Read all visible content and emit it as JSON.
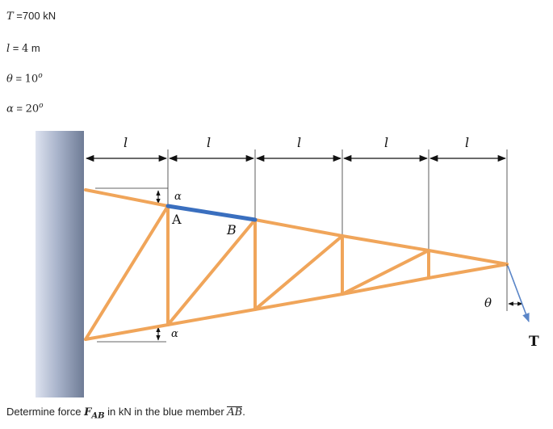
{
  "given": {
    "T": {
      "symbol": "T",
      "eq": " =",
      "value": "700",
      "unit": " kN"
    },
    "l": {
      "symbol": "l",
      "eq": " = ",
      "value": "4",
      "unit": " m"
    },
    "theta": {
      "symbol": "θ",
      "eq": " = ",
      "value": "10",
      "sup": "o"
    },
    "alpha": {
      "symbol": "α",
      "eq": " = ",
      "value": "20",
      "sup": "o"
    }
  },
  "figure": {
    "span_labels": [
      "l",
      "l",
      "l",
      "l",
      "l"
    ],
    "angle_top": "α",
    "angle_bottom": "α",
    "node_A": "A",
    "node_B": "B",
    "angle_theta": "θ",
    "force_label": "T",
    "colors": {
      "member": "#f0a55a",
      "highlight": "#3a6fbf",
      "wall": "#8896b0",
      "arrow": "#5b86c8"
    }
  },
  "question": {
    "prefix": "Determine force ",
    "symbol": "F",
    "subscript": "AB",
    "middle": " in kN in the blue member ",
    "member": "AB",
    "suffix": "."
  }
}
